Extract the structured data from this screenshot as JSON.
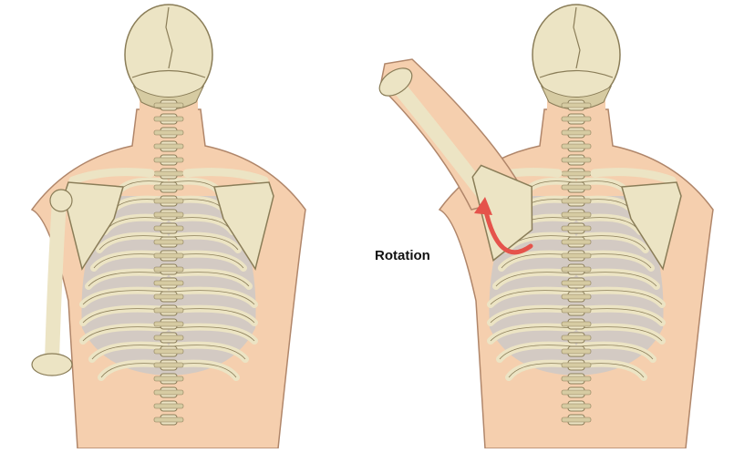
{
  "figure": {
    "label": "Rotation",
    "colors": {
      "skin": "#f5cfae",
      "skin_outline": "#b0866a",
      "bone": "#ece4c4",
      "bone_shade": "#d6cba2",
      "bone_outline": "#8a7d58",
      "intercostal": "#b7c6d5",
      "arrow": "#e5534b"
    },
    "panels": [
      {
        "name": "left-figure",
        "pose": "arm-at-side"
      },
      {
        "name": "right-figure",
        "pose": "arm-raised-scapula-rotated"
      }
    ]
  }
}
